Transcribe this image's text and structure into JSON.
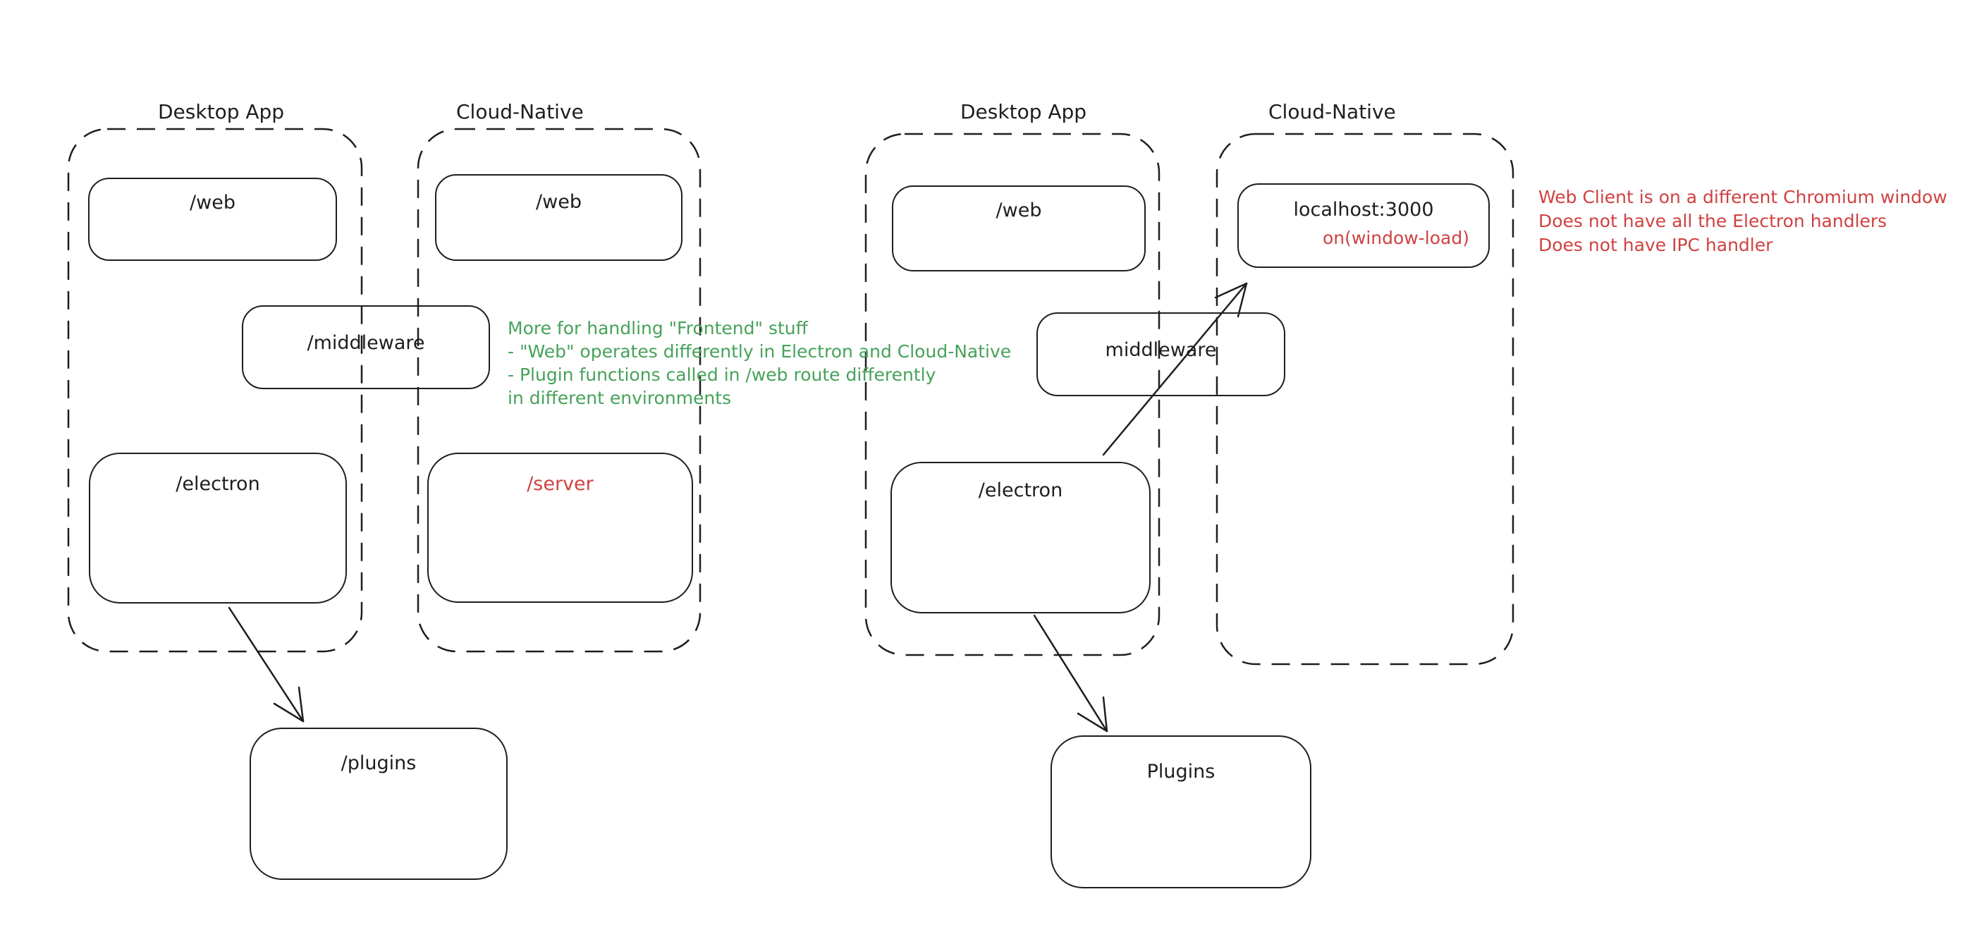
{
  "left_group": {
    "desktop_label": "Desktop App",
    "cloud_label": "Cloud-Native",
    "web_desktop": "/web",
    "web_cloud": "/web",
    "middleware": "/middleware",
    "electron": "/electron",
    "server": "/server",
    "plugins": "/plugins"
  },
  "right_group": {
    "desktop_label": "Desktop App",
    "cloud_label": "Cloud-Native",
    "web": "/web",
    "localhost_title": "localhost:3000",
    "localhost_event": "on(window-load)",
    "middleware": "middleware",
    "electron": "/electron",
    "plugins": "Plugins"
  },
  "annotations": {
    "green_note": {
      "line1": "More for handling \"Frontend\" stuff",
      "line2": "- \"Web\" operates differently in Electron and Cloud-Native",
      "line3": "- Plugin functions called in /web route differently",
      "line4": "in different environments"
    },
    "red_note": {
      "line1": "Web Client is on a different Chromium window",
      "line2": "Does not have all the Electron handlers",
      "line3": "Does not have IPC handler"
    }
  },
  "colors": {
    "ink": "#1e1e1e",
    "green": "#46a25a",
    "red": "#cf4141",
    "background": "#ffffff"
  }
}
